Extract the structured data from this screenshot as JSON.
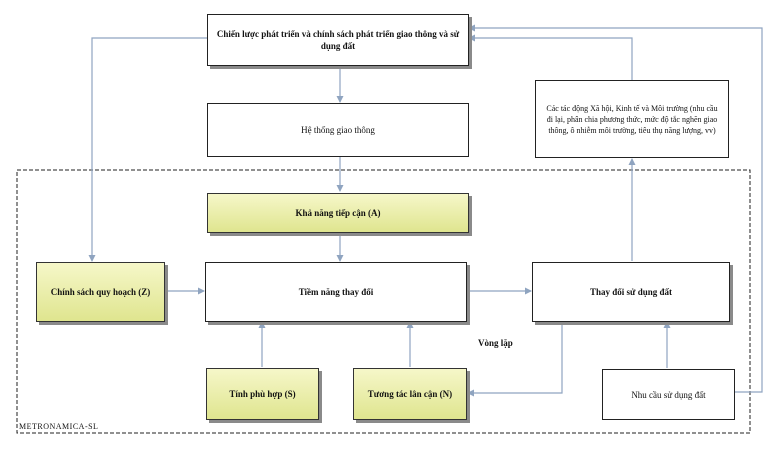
{
  "nodes": {
    "strategy": "Chiến lược phát triển và chính sách phát triển giao thông và sử dụng đất",
    "transport": "Hệ thống giao thông",
    "impacts": "Các tác động Xã hội, Kinh tế và Môi trường (nhu cầu đi lại, phân chia phương thức, mức độ tắc nghẽn giao thông, ô nhiễm môi trường, tiêu thụ năng lượng, vv)",
    "accessibility": "Khả năng tiếp cận (A)",
    "zoning": "Chính sách quy hoạch (Z)",
    "potential": "Tiềm năng thay đổi",
    "landuse_change": "Thay đổi sử dụng đất",
    "suitability": "Tính phù hợp (S)",
    "neighborhood": "Tương tác lân cận (N)",
    "demand": "Nhu cầu sử dụng đất"
  },
  "labels": {
    "loop": "Vòng lặp",
    "model": "METRONAMICA-SL"
  },
  "colors": {
    "line": "#8fa4c0",
    "green_fill": "#e6eba3",
    "border": "#222222"
  }
}
